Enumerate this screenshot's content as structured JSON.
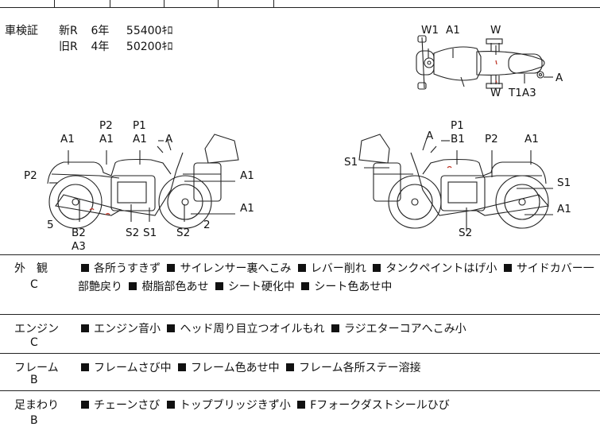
{
  "registration": {
    "label": "車検証",
    "new": {
      "kind": "新R",
      "year": "6年",
      "km": "55400ｷﾛ"
    },
    "old": {
      "kind": "旧R",
      "year": "4年",
      "km": "50200ｷﾛ"
    }
  },
  "labels": {
    "top": {
      "w1": "W1",
      "a1": "A1",
      "w_top": "W",
      "w_bot": "W",
      "t1a3": "T1A3",
      "a": "A"
    },
    "left": {
      "p2a": "P2",
      "a1a": "A1",
      "p1": "P1",
      "a1b": "A1",
      "a_top": "A",
      "a1c": "A1",
      "p2b": "P2",
      "a1d": "A1",
      "a1e": "A1",
      "n5": "5",
      "b2": "B2",
      "a3": "A3",
      "s2a": "S2",
      "s1": "S1",
      "s2b": "S2",
      "n2": "2"
    },
    "right": {
      "p1": "P1",
      "a": "A",
      "b1": "B1",
      "p2": "P2",
      "a1a": "A1",
      "s1a": "S1",
      "s1b": "S1",
      "a1b": "A1",
      "s2": "S2"
    }
  },
  "sections": [
    {
      "name": "外　観",
      "grade": "C",
      "text": "■ 各所うすきず ■ サイレンサー裏へこみ ■ レバー削れ ■ タンクペイントはげ小 ■ サイドカバー一部艶戻り ■ 樹脂部色あせ ■ シート硬化中 ■ シート色あせ中"
    },
    {
      "name": "エンジン",
      "grade": "C",
      "text": "■ エンジン音小 ■ ヘッド周り目立つオイルもれ ■ ラジエターコアへこみ小"
    },
    {
      "name": "フレーム",
      "grade": "B",
      "text": "■ フレームさび中 ■ フレーム色あせ中 ■ フレーム各所ステー溶接"
    },
    {
      "name": "足まわり",
      "grade": "B",
      "text": "■ チェーンさび ■ トップブリッジきず小 ■ Fフォークダストシールひび"
    }
  ],
  "colors": {
    "line": "#222222",
    "ink": "#111111",
    "mark": "#c0392b"
  }
}
